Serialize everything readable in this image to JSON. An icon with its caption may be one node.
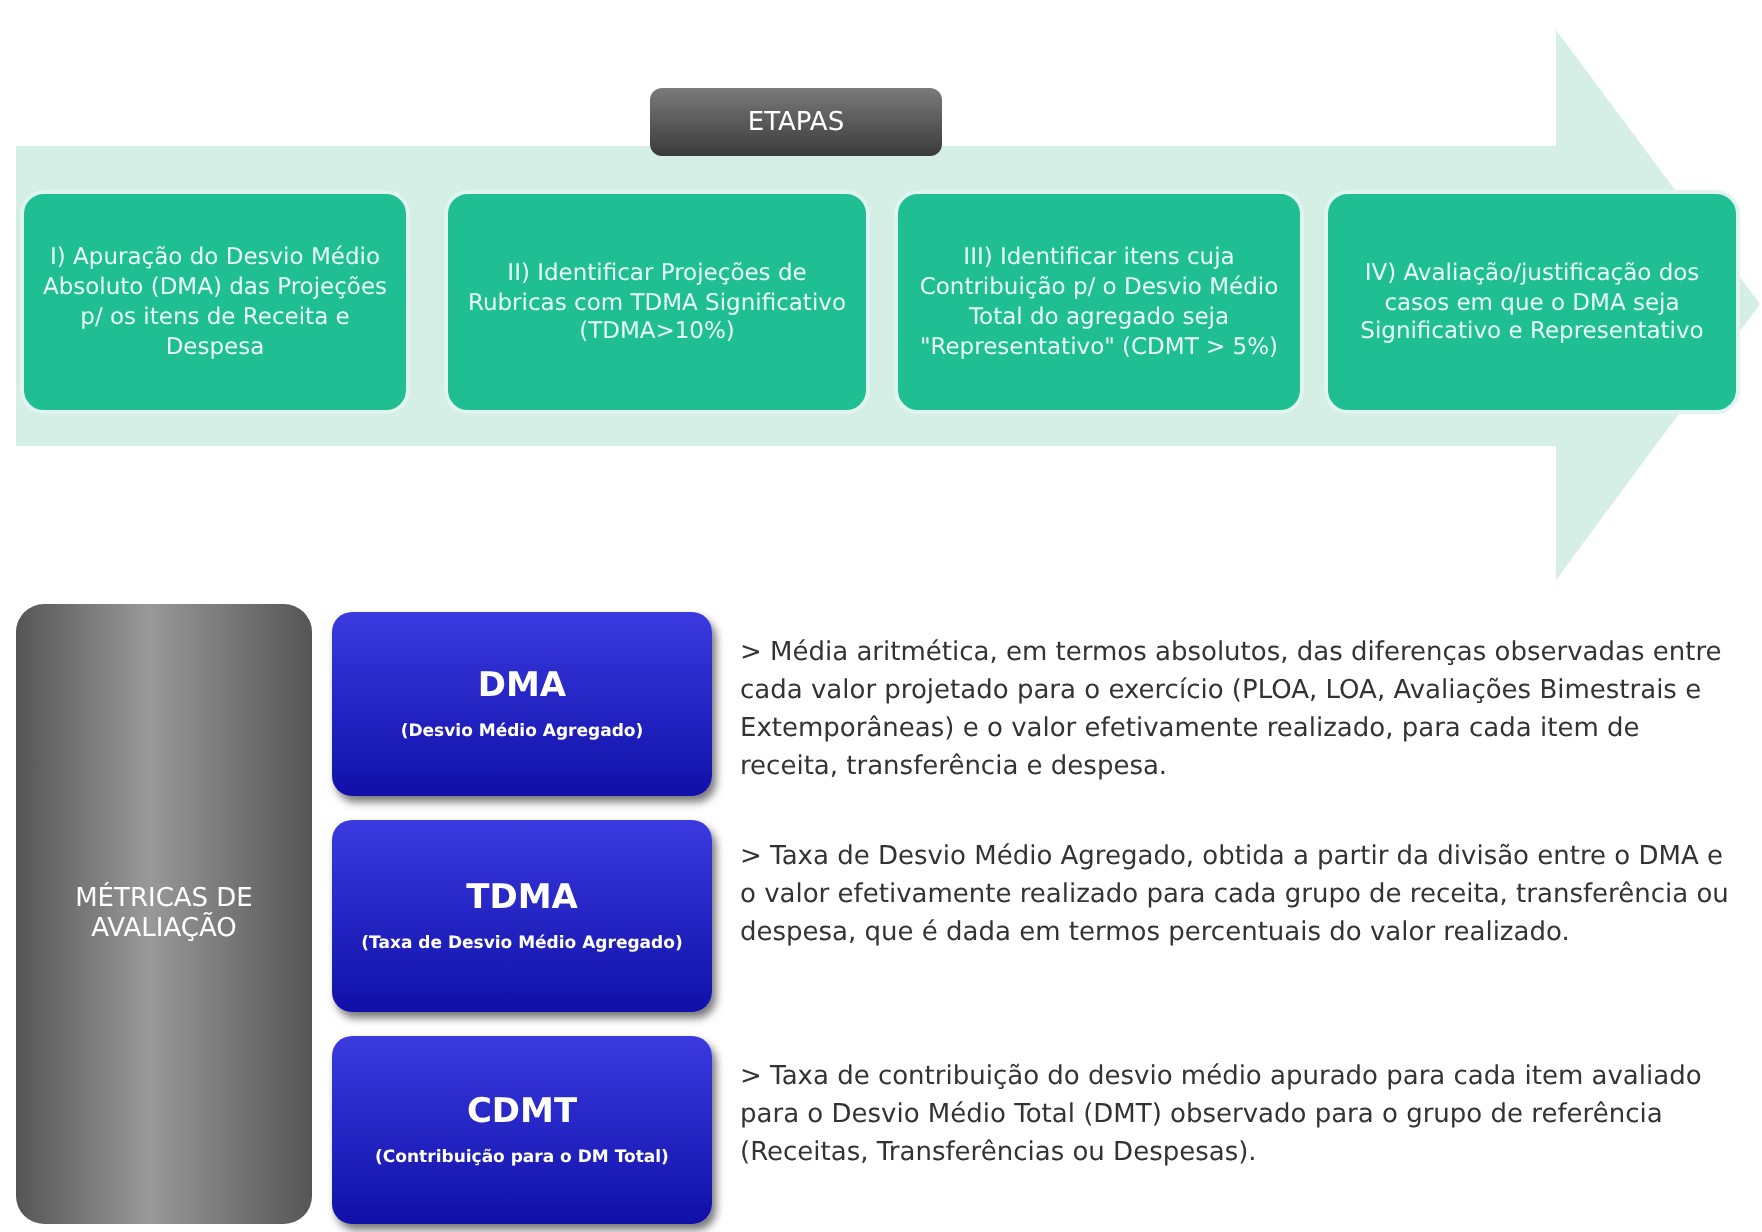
{
  "diagram": {
    "nodes": [
      {
        "text": [
          "ETAPAS"
        ]
      },
      {
        "text": [],
        "shape": "arrow"
      },
      {
        "text": [
          "I)  Apuração do Desvio Médio Absoluto (DMA) das Projeções p/ os itens de Receita e Despesa"
        ],
        "in": 1
      },
      {
        "text": [
          "II) Identificar Projeções de Rubricas com TDMA Significativo  (TDMA>10%)"
        ],
        "in": 1
      },
      {
        "text": [
          "III) Identificar  itens cuja Contribuição p/ o Desvio Médio Total do agregado seja \"Representativo\" (CDMT > 5%)"
        ],
        "in": 1
      },
      {
        "text": [
          "IV) Avaliação/justificação dos casos em que o DMA seja Significativo e Representativo"
        ],
        "in": 1
      },
      {
        "text": [
          "MÉTRICAS  DE AVALIAÇÃO"
        ]
      },
      {
        "text": [
          "DMA",
          "(Desvio Médio Agregado)"
        ],
        "beside": [
          "> Média aritmética, em termos absolutos, das diferenças observadas entre cada valor projetado para o exercício (PLOA, LOA, Avaliações Bimestrais e Extemporâneas) e o valor efetivamente realizado, para cada item de receita, transferência e despesa."
        ]
      },
      {
        "text": [
          "TDMA",
          "(Taxa de Desvio Médio Agregado)"
        ],
        "beside": [
          "> Taxa de Desvio Médio Agregado, obtida a partir da divisão entre o DMA e o valor efetivamente realizado para cada grupo de receita, transferência ou despesa, que é dada em termos percentuais do valor realizado."
        ]
      },
      {
        "text": [
          "CDMT",
          "(Contribuição para o DM Total)"
        ],
        "beside": [
          "> Taxa de contribuição do desvio médio apurado para cada item avaliado para o Desvio Médio Total (DMT) observado para o grupo de referência (Receitas, Transferências ou Despesas)."
        ]
      }
    ]
  }
}
